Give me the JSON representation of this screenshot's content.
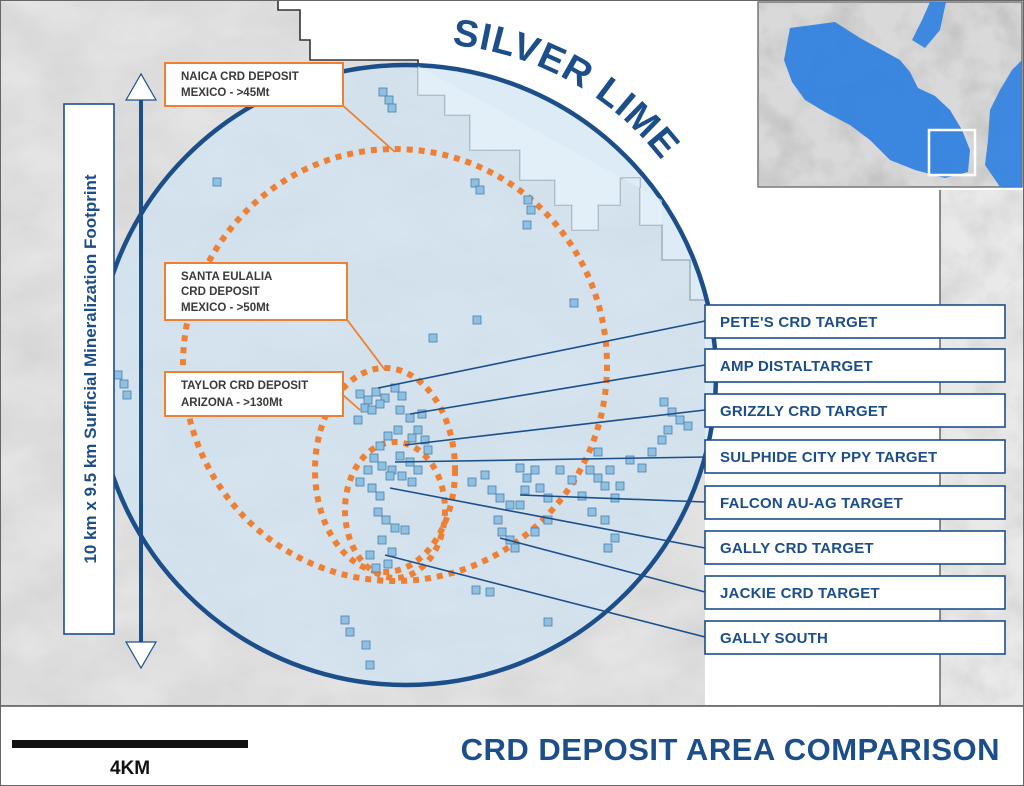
{
  "map": {
    "project_name": "SILVER LIME",
    "footprint_label": "10 km x 9.5 km Surficial Mineralization Footprint",
    "scale_label": "4KM",
    "footer_title": "CRD DEPOSIT AREA COMPARISON",
    "colors": {
      "brand_blue": "#1c4f8a",
      "circle_fill": "#cfe3f3",
      "deposit_orange": "#ee7f33",
      "inset_blue": "#2e7fe0",
      "claim_square": "#8ec0e2"
    }
  },
  "deposits": [
    {
      "line1": "NAICA CRD DEPOSIT",
      "line2": "MEXICO - >45Mt",
      "line3": ""
    },
    {
      "line1": "SANTA EULALIA",
      "line2": "CRD DEPOSIT",
      "line3": "MEXICO - >50Mt"
    },
    {
      "line1": "TAYLOR CRD DEPOSIT",
      "line2": "ARIZONA - >130Mt",
      "line3": ""
    }
  ],
  "targets": [
    "PETE'S CRD TARGET",
    "AMP DISTALTARGET",
    "GRIZZLY CRD TARGET",
    "SULPHIDE CITY PPY TARGET",
    "FALCON AU-AG TARGET",
    "GALLY CRD  TARGET",
    "JACKIE CRD TARGET",
    "GALLY SOUTH"
  ]
}
